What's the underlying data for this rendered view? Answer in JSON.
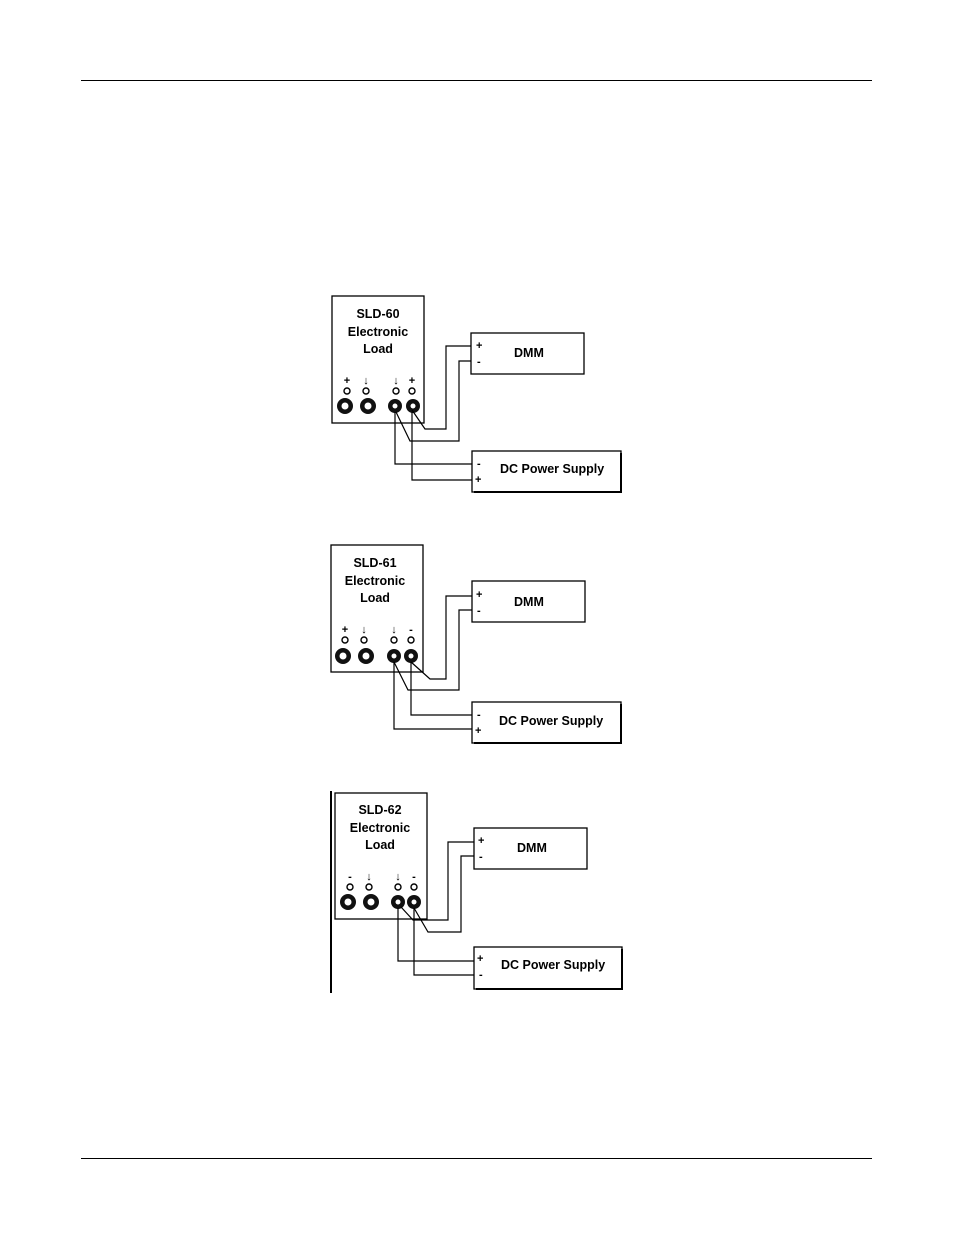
{
  "diagrams": [
    {
      "load": {
        "model": "SLD-60",
        "line2": "Electronic",
        "line3": "Load"
      },
      "terminal_symbols": [
        "+",
        "↓",
        "↓",
        "+"
      ],
      "dmm": {
        "label": "DMM",
        "plus": "+",
        "minus": "-"
      },
      "psu": {
        "label": "DC Power Supply",
        "top_sign": "-",
        "bottom_sign": "+"
      }
    },
    {
      "load": {
        "model": "SLD-61",
        "line2": "Electronic",
        "line3": "Load"
      },
      "terminal_symbols": [
        "+",
        "↓",
        "↓",
        "-"
      ],
      "dmm": {
        "label": "DMM",
        "plus": "+",
        "minus": "-"
      },
      "psu": {
        "label": "DC Power Supply",
        "top_sign": "-",
        "bottom_sign": "+"
      }
    },
    {
      "load": {
        "model": "SLD-62",
        "line2": "Electronic",
        "line3": "Load"
      },
      "terminal_symbols": [
        "-",
        "↓",
        "↓",
        "-"
      ],
      "dmm": {
        "label": "DMM",
        "plus": "+",
        "minus": "-"
      },
      "psu": {
        "label": "DC Power Supply",
        "top_sign": "+",
        "bottom_sign": "-"
      }
    }
  ]
}
